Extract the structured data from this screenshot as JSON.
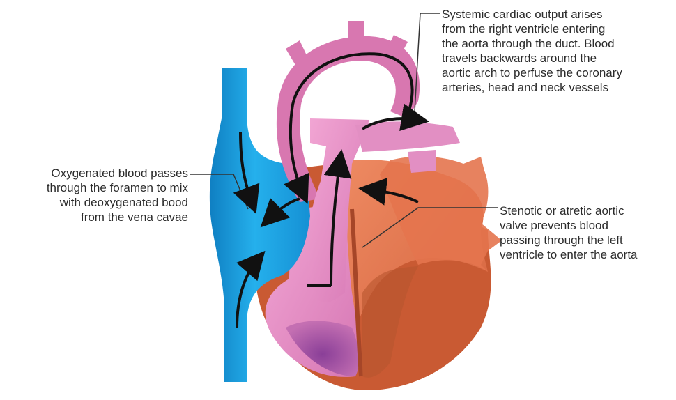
{
  "annotations": {
    "systemic": {
      "lines": [
        "Systemic cardiac output arises",
        "from the right ventricle entering",
        "the aorta through the duct. Blood",
        "travels backwards around the",
        "aortic arch to perfuse the coronary",
        "arteries, head and neck vessels"
      ]
    },
    "oxygenated": {
      "lines": [
        "Oxygenated blood passes",
        "through the foramen to mix",
        "with deoxygenated bood",
        "from the vena cavae"
      ]
    },
    "stenotic": {
      "lines": [
        "Stenotic or atretic aortic",
        "valve prevents blood",
        "passing through the left",
        "ventricle to enter the aorta"
      ]
    }
  },
  "colors": {
    "vena_cava": "#1da2e0",
    "right_heart": "#e98fc4",
    "left_heart": "#e4744e",
    "myocardium": "#c95a33",
    "arrow": "#111111"
  }
}
